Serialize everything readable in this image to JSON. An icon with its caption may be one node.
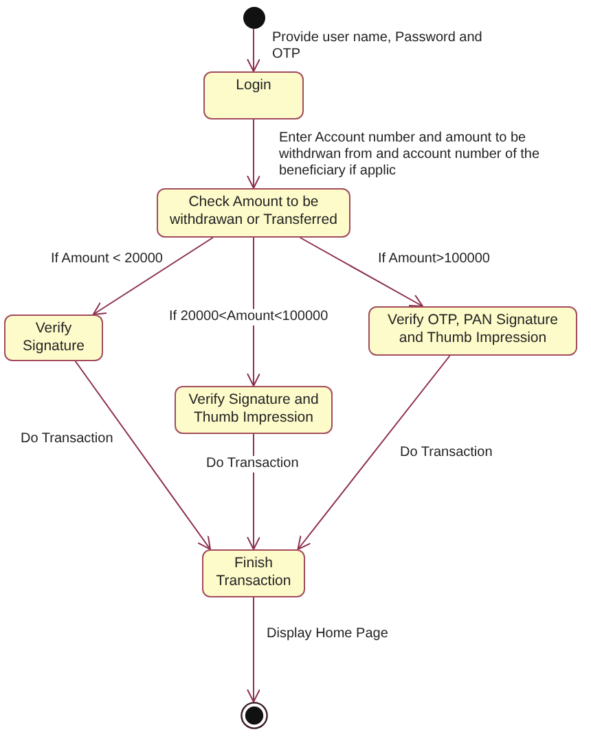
{
  "diagram": {
    "nodes": [
      {
        "text": [],
        "shape": "circle"
      },
      {
        "text": [
          "Login"
        ]
      },
      {
        "text": [
          "Check Amount to be withdrawan or Transferred"
        ]
      },
      {
        "text": [
          "Verify Signature"
        ]
      },
      {
        "text": [
          "Verify Signature and Thumb Impression"
        ]
      },
      {
        "text": [
          "Verify OTP, PAN Signature and Thumb Impression"
        ]
      },
      {
        "text": [
          "Finish Transaction"
        ]
      },
      {
        "text": [],
        "shape": "bullseye"
      }
    ],
    "edges": [
      {
        "from": 0,
        "to": 1,
        "arrow": "to",
        "label": "Provide user name, Password and OTP"
      },
      {
        "from": 1,
        "to": 2,
        "arrow": "to",
        "label": "Enter Account number and amount to be withdrwan from and account number of the beneficiary if applic"
      },
      {
        "from": 2,
        "to": 3,
        "arrow": "to",
        "label": "If Amount < 20000"
      },
      {
        "from": 2,
        "to": 4,
        "arrow": "to",
        "label": "If 20000<Amount<100000"
      },
      {
        "from": 2,
        "to": 5,
        "arrow": "to",
        "label": "If Amount>100000"
      },
      {
        "from": 3,
        "to": 6,
        "arrow": "to",
        "label": "Do Transaction"
      },
      {
        "from": 4,
        "to": 6,
        "arrow": "to",
        "label": "Do Transaction"
      },
      {
        "from": 5,
        "to": 6,
        "arrow": "to",
        "label": "Do Transaction"
      },
      {
        "from": 6,
        "to": 7,
        "arrow": "to",
        "label": "Display Home Page"
      }
    ]
  }
}
